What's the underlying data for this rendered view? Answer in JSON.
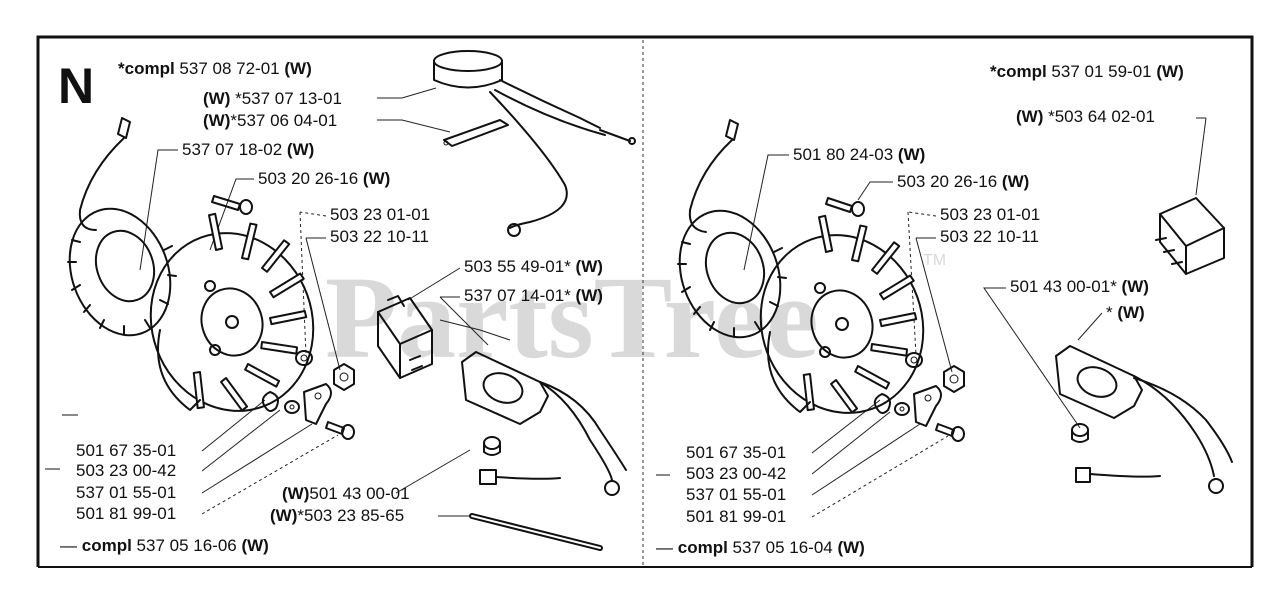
{
  "watermark": {
    "text": "PartsTree",
    "trademark": "TM"
  },
  "left_panel": {
    "section_letter": "N",
    "compl_top": {
      "prefix": "*compl",
      "number": "537 08 72-01",
      "suffix": "(W)"
    },
    "compl_bottom": {
      "prefix": "compl",
      "number": "537 05 16-06",
      "suffix": "(W)"
    },
    "labels": [
      {
        "pre": "(W)",
        "text": " *537 07 13-01",
        "post": ""
      },
      {
        "pre": "(W)",
        "text": "*537 06 04-01",
        "post": ""
      },
      {
        "pre": "",
        "text": "537 07 18-02 ",
        "post": "(W)"
      },
      {
        "pre": "",
        "text": "503 20 26-16 ",
        "post": "(W)"
      },
      {
        "pre": "",
        "text": "503 23 01-01",
        "post": ""
      },
      {
        "pre": "",
        "text": "503 22 10-11",
        "post": ""
      },
      {
        "pre": "",
        "text": "503 55 49-01* ",
        "post": "(W)"
      },
      {
        "pre": "",
        "text": "537 07 14-01* ",
        "post": "(W)"
      },
      {
        "pre": "",
        "text": "501 67 35-01",
        "post": ""
      },
      {
        "pre": "",
        "text": "503 23 00-42",
        "post": ""
      },
      {
        "pre": "",
        "text": "537 01 55-01",
        "post": ""
      },
      {
        "pre": "",
        "text": "501 81 99-01",
        "post": ""
      },
      {
        "pre": "(W)",
        "text": "501 43 00-01",
        "post": ""
      },
      {
        "pre": "(W)",
        "text": "*503 23 85-65",
        "post": ""
      }
    ]
  },
  "right_panel": {
    "compl_top": {
      "prefix": "*compl",
      "number": "537 01 59-01",
      "suffix": "(W)"
    },
    "compl_bottom": {
      "prefix": "compl",
      "number": "537 05 16-04",
      "suffix": "(W)"
    },
    "labels": [
      {
        "pre": "(W)",
        "text": " *503 64 02-01",
        "post": ""
      },
      {
        "pre": "",
        "text": "501 80 24-03 ",
        "post": "(W)"
      },
      {
        "pre": "",
        "text": "503 20 26-16 ",
        "post": "(W)"
      },
      {
        "pre": "",
        "text": "503 23 01-01",
        "post": ""
      },
      {
        "pre": "",
        "text": "503 22 10-11",
        "post": ""
      },
      {
        "pre": "",
        "text": "501 43 00-01* ",
        "post": "(W)"
      },
      {
        "pre": "",
        "text": "* ",
        "post": "(W)"
      },
      {
        "pre": "",
        "text": "501 67 35-01",
        "post": ""
      },
      {
        "pre": "",
        "text": "503 23 00-42",
        "post": ""
      },
      {
        "pre": "",
        "text": "537 01 55-01",
        "post": ""
      },
      {
        "pre": "",
        "text": "501 81 99-01",
        "post": ""
      }
    ]
  }
}
